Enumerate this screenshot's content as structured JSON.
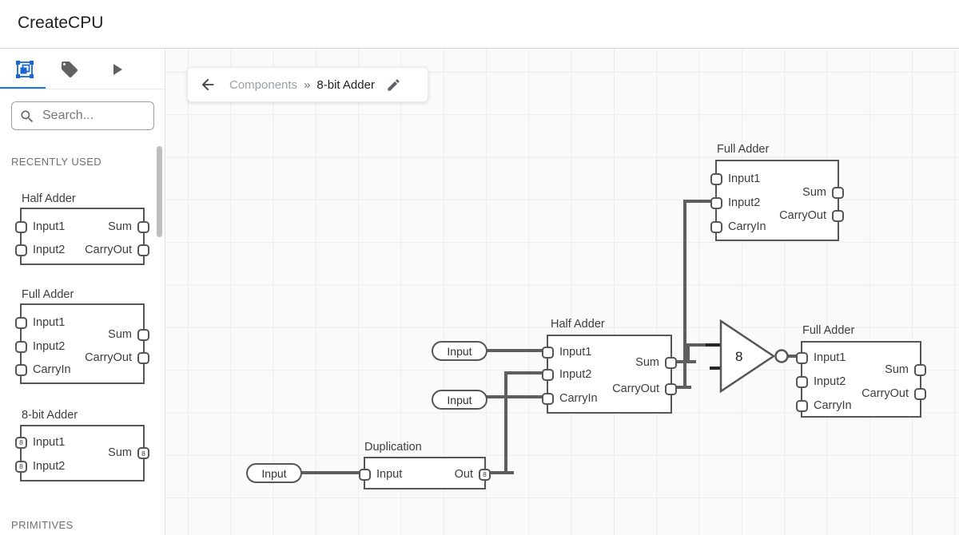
{
  "header": {
    "title": "CreateCPU"
  },
  "sidebar": {
    "tabs": [
      {
        "name": "components",
        "active": true
      },
      {
        "name": "tags",
        "active": false
      },
      {
        "name": "run",
        "active": false
      }
    ],
    "search_placeholder": "Search...",
    "recently_used_label": "RECENTLY USED",
    "primitives_label": "PRIMITIVES",
    "components": [
      {
        "title": "Half Adder",
        "in1": "Input1",
        "in2": "Input2",
        "out1": "Sum",
        "out2": "CarryOut"
      },
      {
        "title": "Full Adder",
        "in1": "Input1",
        "in2": "Input2",
        "in3": "CarryIn",
        "out1": "Sum",
        "out2": "CarryOut"
      },
      {
        "title": "8-bit Adder",
        "in1": "Input1",
        "in2": "Input2",
        "out1": "Sum",
        "bus": "8"
      }
    ]
  },
  "breadcrumb": {
    "parent": "Components",
    "separator": "»",
    "current": "8-bit Adder"
  },
  "canvas": {
    "nodes": {
      "full_adder_top": {
        "title": "Full Adder",
        "in1": "Input1",
        "in2": "Input2",
        "in3": "CarryIn",
        "out1": "Sum",
        "out2": "CarryOut"
      },
      "half_adder": {
        "title": "Half Adder",
        "in1": "Input1",
        "in2": "Input2",
        "in3": "CarryIn",
        "out1": "Sum",
        "out2": "CarryOut"
      },
      "full_adder_right": {
        "title": "Full Adder",
        "in1": "Input1",
        "in2": "Input2",
        "in3": "CarryIn",
        "out1": "Sum",
        "out2": "CarryOut"
      },
      "duplication": {
        "title": "Duplication",
        "in1": "Input",
        "out1": "Out",
        "out_bus": "8"
      }
    },
    "io": {
      "input_top": "Input",
      "input_mid": "Input",
      "input_bottom": "Input"
    },
    "gate": {
      "label": "8"
    }
  },
  "colors": {
    "accent": "#1a73e8",
    "wire": "#5e5e5e",
    "wire_dark": "#262626",
    "node_border": "#565656",
    "canvas_bg": "#fafafa"
  }
}
